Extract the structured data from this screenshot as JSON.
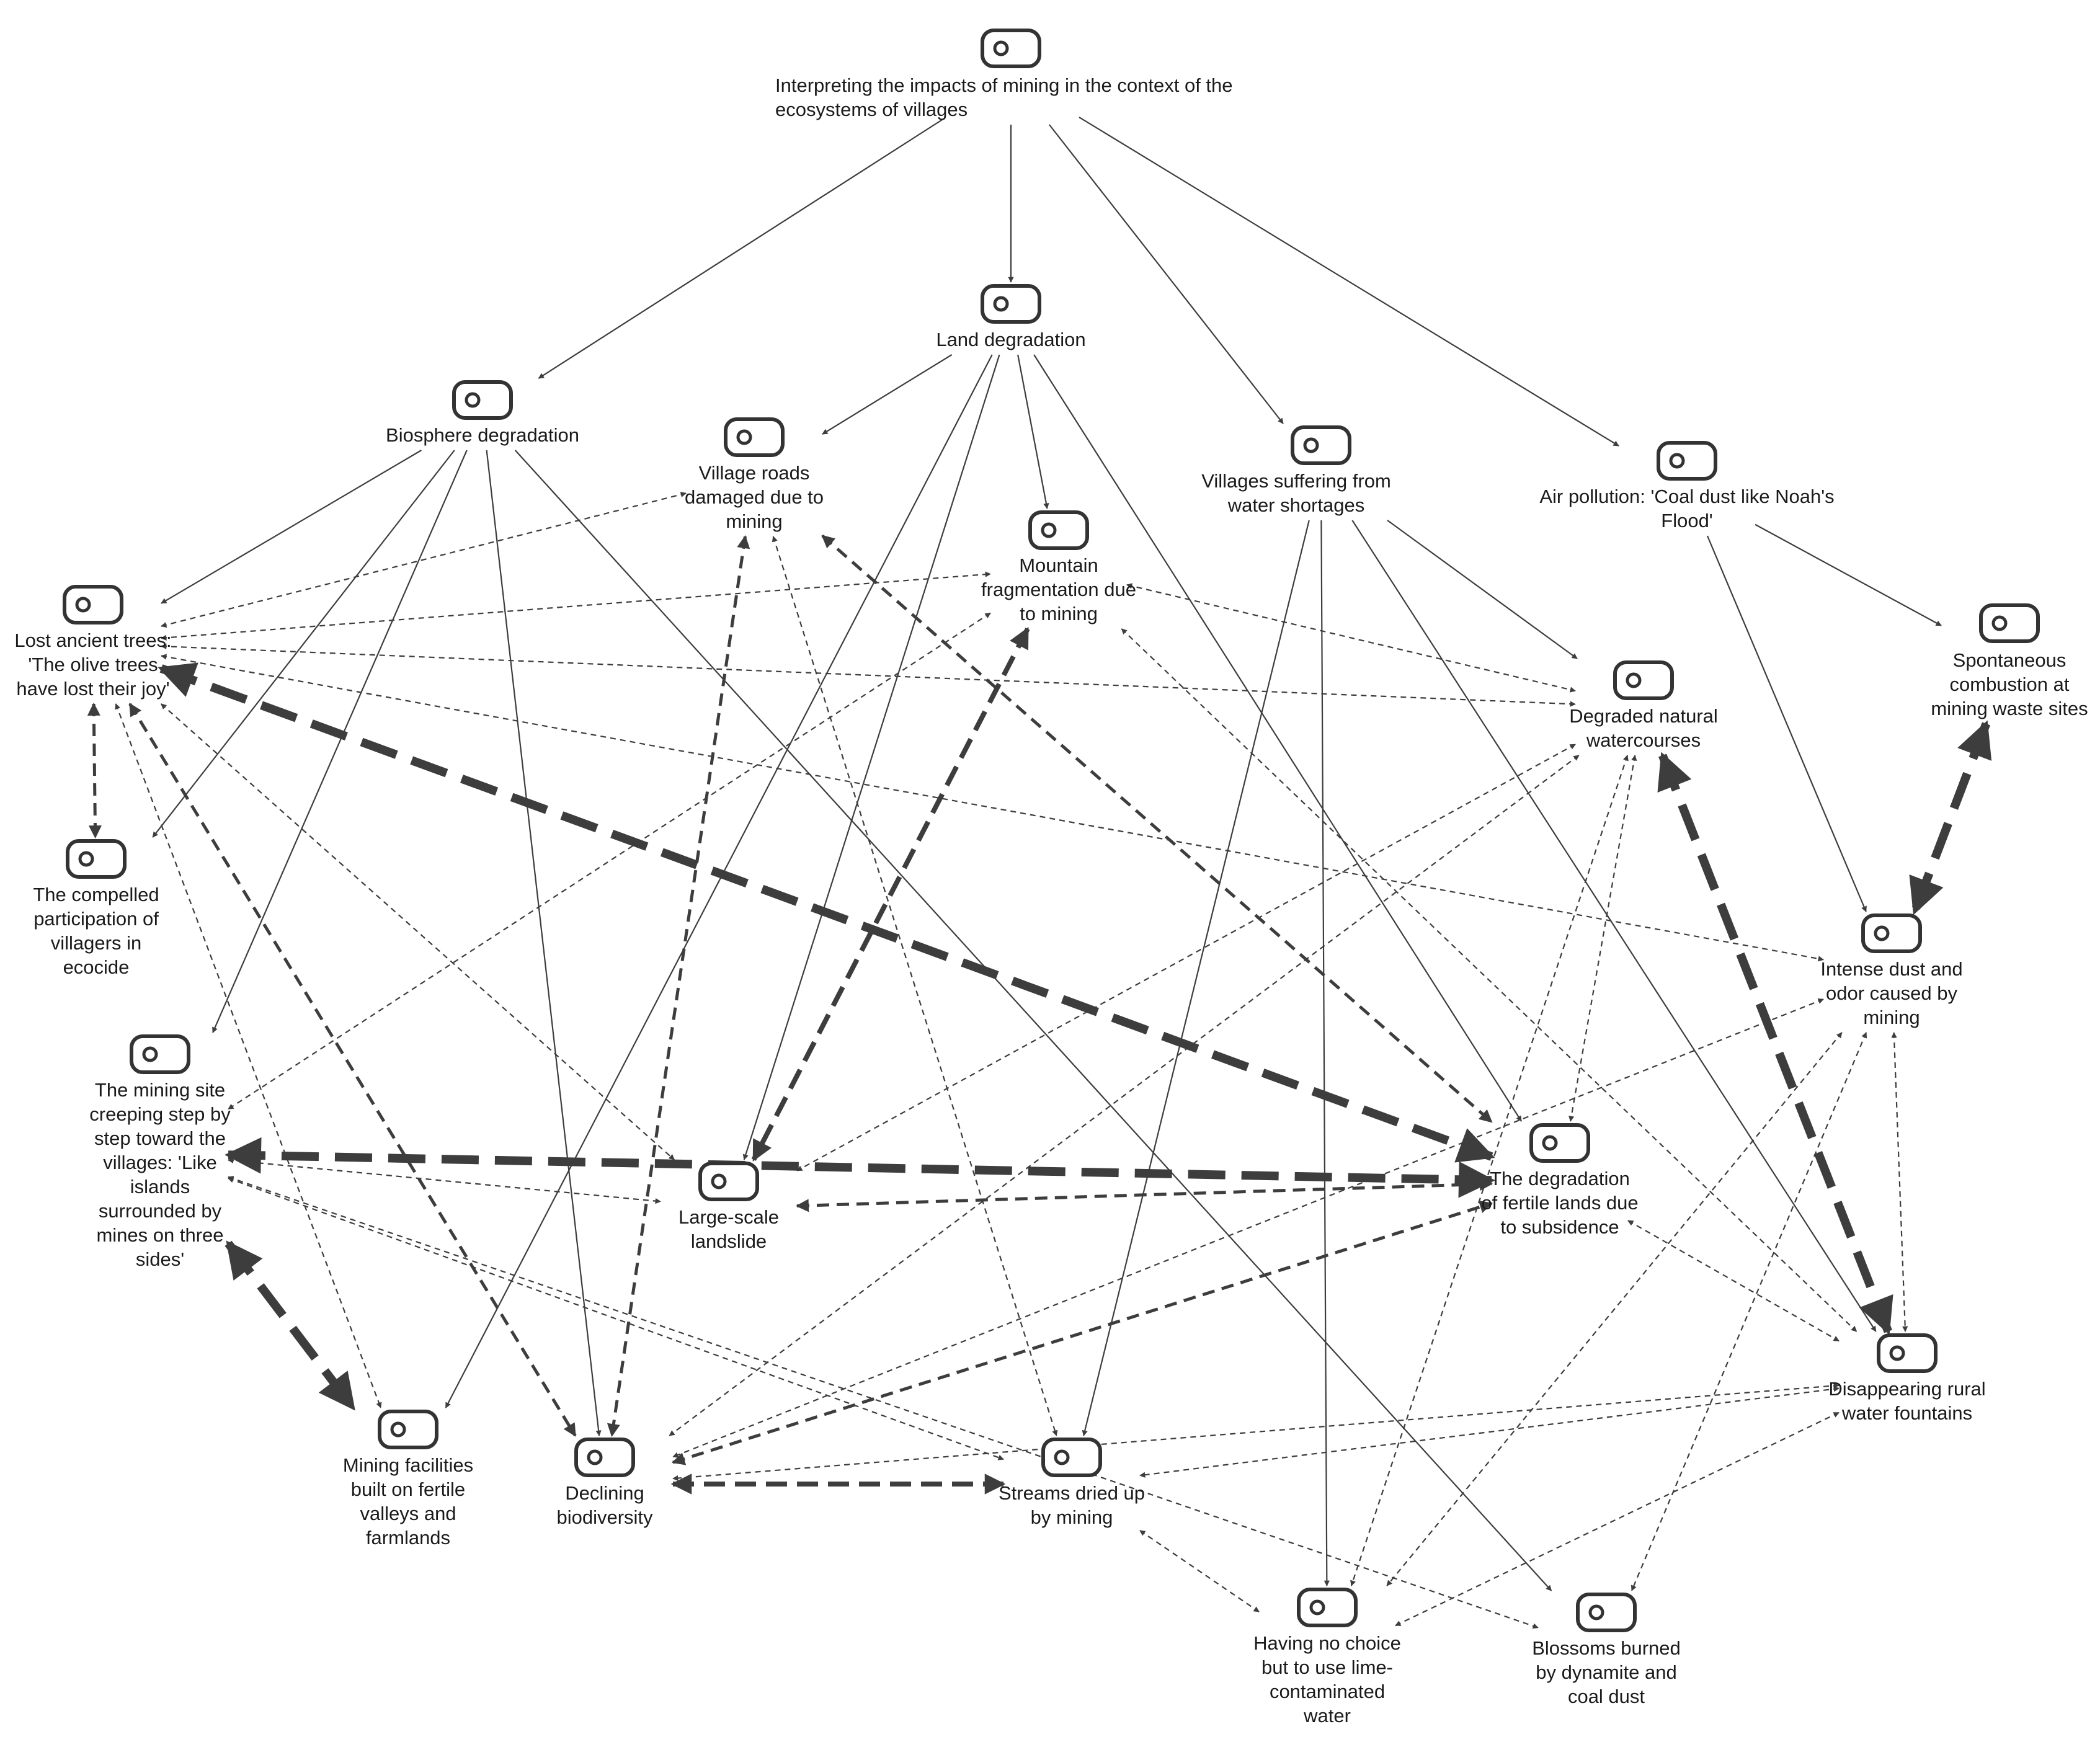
{
  "colors": {
    "edge": "#3d3d3d",
    "node_stroke": "#333333",
    "text": "#1a1a1a",
    "background": "#ffffff"
  },
  "icon": "code-node-icon",
  "nodes": [
    {
      "id": "root",
      "lines": [
        "Interpreting the impacts of mining in the context of the",
        "ecosystems of villages"
      ]
    },
    {
      "id": "land",
      "lines": [
        "Land degradation"
      ]
    },
    {
      "id": "bio",
      "lines": [
        "Biosphere degradation"
      ]
    },
    {
      "id": "roads",
      "lines": [
        "Village roads",
        "damaged due to",
        "mining"
      ]
    },
    {
      "id": "mountain",
      "lines": [
        "Mountain",
        "fragmentation due",
        "to mining"
      ]
    },
    {
      "id": "water",
      "lines": [
        "Villages suffering from",
        "water shortages"
      ]
    },
    {
      "id": "air",
      "lines": [
        "Air pollution: 'Coal dust like Noah's",
        "Flood'"
      ]
    },
    {
      "id": "trees",
      "lines": [
        "Lost ancient trees:",
        "'The olive trees",
        "have lost their joy'"
      ]
    },
    {
      "id": "spont",
      "lines": [
        "Spontaneous",
        "combustion at",
        "mining waste sites"
      ]
    },
    {
      "id": "watercourse",
      "lines": [
        "Degraded natural",
        "watercourses"
      ]
    },
    {
      "id": "compelled",
      "lines": [
        "The compelled",
        "participation of",
        "villagers in",
        "ecocide"
      ]
    },
    {
      "id": "dust",
      "lines": [
        "Intense dust and",
        "odor caused by",
        "mining"
      ]
    },
    {
      "id": "creeping",
      "lines": [
        "The mining site",
        "creeping step by",
        "step toward the",
        "villages: 'Like",
        "islands",
        "surrounded by",
        "mines on three",
        "sides'"
      ]
    },
    {
      "id": "fertile",
      "lines": [
        "The degradation",
        "of fertile lands due",
        "to subsidence"
      ]
    },
    {
      "id": "landslide",
      "lines": [
        "Large-scale",
        "landslide"
      ]
    },
    {
      "id": "fountains",
      "lines": [
        "Disappearing rural",
        "water fountains"
      ]
    },
    {
      "id": "facilities",
      "lines": [
        "Mining facilities",
        "built on fertile",
        "valleys and",
        "farmlands"
      ]
    },
    {
      "id": "biodiv",
      "lines": [
        "Declining",
        "biodiversity"
      ]
    },
    {
      "id": "streams",
      "lines": [
        "Streams dried up",
        "by mining"
      ]
    },
    {
      "id": "lime",
      "lines": [
        "Having no choice",
        "but to use lime-",
        "contaminated",
        "water"
      ]
    },
    {
      "id": "blossoms",
      "lines": [
        "Blossoms burned",
        "by dynamite and",
        "coal dust"
      ]
    }
  ],
  "edges": [
    {
      "from": "root",
      "to": "bio",
      "style": "solid",
      "weight": 1,
      "direction": "forward"
    },
    {
      "from": "root",
      "to": "land",
      "style": "solid",
      "weight": 1,
      "direction": "forward"
    },
    {
      "from": "root",
      "to": "water",
      "style": "solid",
      "weight": 1,
      "direction": "forward"
    },
    {
      "from": "root",
      "to": "air",
      "style": "solid",
      "weight": 1,
      "direction": "forward"
    },
    {
      "from": "land",
      "to": "roads",
      "style": "solid",
      "weight": 1,
      "direction": "forward"
    },
    {
      "from": "land",
      "to": "mountain",
      "style": "solid",
      "weight": 1,
      "direction": "forward"
    },
    {
      "from": "land",
      "to": "landslide",
      "style": "solid",
      "weight": 1,
      "direction": "forward"
    },
    {
      "from": "land",
      "to": "facilities",
      "style": "solid",
      "weight": 1,
      "direction": "forward"
    },
    {
      "from": "land",
      "to": "fertile",
      "style": "solid",
      "weight": 1,
      "direction": "forward"
    },
    {
      "from": "bio",
      "to": "trees",
      "style": "solid",
      "weight": 1,
      "direction": "forward"
    },
    {
      "from": "bio",
      "to": "compelled",
      "style": "solid",
      "weight": 1,
      "direction": "forward"
    },
    {
      "from": "bio",
      "to": "creeping",
      "style": "solid",
      "weight": 1,
      "direction": "forward"
    },
    {
      "from": "bio",
      "to": "biodiv",
      "style": "solid",
      "weight": 1,
      "direction": "forward"
    },
    {
      "from": "bio",
      "to": "blossoms",
      "style": "solid",
      "weight": 1,
      "direction": "forward"
    },
    {
      "from": "water",
      "to": "watercourse",
      "style": "solid",
      "weight": 1,
      "direction": "forward"
    },
    {
      "from": "water",
      "to": "streams",
      "style": "solid",
      "weight": 1,
      "direction": "forward"
    },
    {
      "from": "water",
      "to": "lime",
      "style": "solid",
      "weight": 1,
      "direction": "forward"
    },
    {
      "from": "water",
      "to": "fountains",
      "style": "solid",
      "weight": 1,
      "direction": "forward"
    },
    {
      "from": "air",
      "to": "spont",
      "style": "solid",
      "weight": 1,
      "direction": "forward"
    },
    {
      "from": "air",
      "to": "dust",
      "style": "solid",
      "weight": 1,
      "direction": "forward"
    },
    {
      "from": "trees",
      "to": "fertile",
      "style": "dashed",
      "weight": 5,
      "direction": "both"
    },
    {
      "from": "creeping",
      "to": "fertile",
      "style": "dashed",
      "weight": 5,
      "direction": "both"
    },
    {
      "from": "watercourse",
      "to": "fountains",
      "style": "dashed",
      "weight": 5,
      "direction": "both"
    },
    {
      "from": "creeping",
      "to": "facilities",
      "style": "dashed",
      "weight": 5,
      "direction": "both"
    },
    {
      "from": "spont",
      "to": "dust",
      "style": "dashed",
      "weight": 5,
      "direction": "both"
    },
    {
      "from": "mountain",
      "to": "landslide",
      "style": "dashed",
      "weight": 3,
      "direction": "both"
    },
    {
      "from": "biodiv",
      "to": "streams",
      "style": "dashed",
      "weight": 3,
      "direction": "both"
    },
    {
      "from": "roads",
      "to": "fertile",
      "style": "dashed",
      "weight": 2,
      "direction": "both"
    },
    {
      "from": "roads",
      "to": "biodiv",
      "style": "dashed",
      "weight": 2,
      "direction": "both"
    },
    {
      "from": "trees",
      "to": "biodiv",
      "style": "dashed",
      "weight": 2,
      "direction": "both"
    },
    {
      "from": "landslide",
      "to": "fertile",
      "style": "dashed",
      "weight": 2,
      "direction": "both"
    },
    {
      "from": "biodiv",
      "to": "fertile",
      "style": "dashed",
      "weight": 2,
      "direction": "both"
    },
    {
      "from": "trees",
      "to": "compelled",
      "style": "dashed",
      "weight": 2,
      "direction": "both"
    },
    {
      "from": "trees",
      "to": "roads",
      "style": "dashed",
      "weight": 1,
      "direction": "both"
    },
    {
      "from": "trees",
      "to": "mountain",
      "style": "dashed",
      "weight": 1,
      "direction": "both"
    },
    {
      "from": "trees",
      "to": "watercourse",
      "style": "dashed",
      "weight": 1,
      "direction": "both"
    },
    {
      "from": "trees",
      "to": "dust",
      "style": "dashed",
      "weight": 1,
      "direction": "both"
    },
    {
      "from": "trees",
      "to": "landslide",
      "style": "dashed",
      "weight": 1,
      "direction": "both"
    },
    {
      "from": "trees",
      "to": "facilities",
      "style": "dashed",
      "weight": 1,
      "direction": "both"
    },
    {
      "from": "mountain",
      "to": "watercourse",
      "style": "dashed",
      "weight": 1,
      "direction": "both"
    },
    {
      "from": "mountain",
      "to": "creeping",
      "style": "dashed",
      "weight": 1,
      "direction": "both"
    },
    {
      "from": "mountain",
      "to": "fountains",
      "style": "dashed",
      "weight": 1,
      "direction": "both"
    },
    {
      "from": "roads",
      "to": "streams",
      "style": "dashed",
      "weight": 1,
      "direction": "both"
    },
    {
      "from": "creeping",
      "to": "landslide",
      "style": "dashed",
      "weight": 1,
      "direction": "both"
    },
    {
      "from": "creeping",
      "to": "streams",
      "style": "dashed",
      "weight": 1,
      "direction": "both"
    },
    {
      "from": "creeping",
      "to": "blossoms",
      "style": "dashed",
      "weight": 1,
      "direction": "both"
    },
    {
      "from": "watercourse",
      "to": "landslide",
      "style": "dashed",
      "weight": 1,
      "direction": "both"
    },
    {
      "from": "watercourse",
      "to": "biodiv",
      "style": "dashed",
      "weight": 1,
      "direction": "both"
    },
    {
      "from": "watercourse",
      "to": "fertile",
      "style": "dashed",
      "weight": 1,
      "direction": "both"
    },
    {
      "from": "watercourse",
      "to": "lime",
      "style": "dashed",
      "weight": 1,
      "direction": "both"
    },
    {
      "from": "dust",
      "to": "biodiv",
      "style": "dashed",
      "weight": 1,
      "direction": "both"
    },
    {
      "from": "dust",
      "to": "lime",
      "style": "dashed",
      "weight": 1,
      "direction": "both"
    },
    {
      "from": "dust",
      "to": "blossoms",
      "style": "dashed",
      "weight": 1,
      "direction": "both"
    },
    {
      "from": "dust",
      "to": "fountains",
      "style": "dashed",
      "weight": 1,
      "direction": "both"
    },
    {
      "from": "fertile",
      "to": "fountains",
      "style": "dashed",
      "weight": 1,
      "direction": "both"
    },
    {
      "from": "fountains",
      "to": "biodiv",
      "style": "dashed",
      "weight": 1,
      "direction": "both"
    },
    {
      "from": "fountains",
      "to": "streams",
      "style": "dashed",
      "weight": 1,
      "direction": "both"
    },
    {
      "from": "fountains",
      "to": "lime",
      "style": "dashed",
      "weight": 1,
      "direction": "both"
    },
    {
      "from": "streams",
      "to": "lime",
      "style": "dashed",
      "weight": 1,
      "direction": "both"
    }
  ]
}
